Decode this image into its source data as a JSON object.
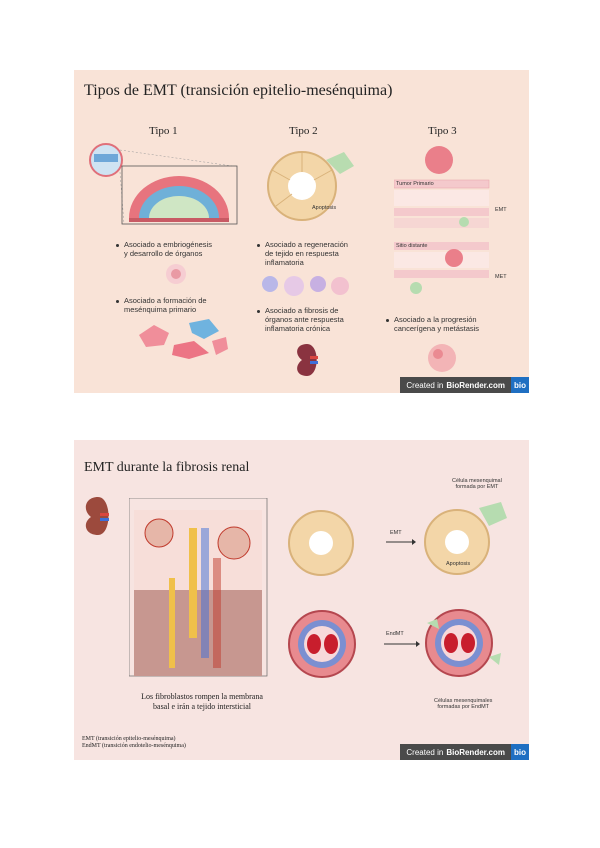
{
  "slide1": {
    "title": "Tipos de EMT (transición epitelio-mesénquima)",
    "tipo1": "Tipo 1",
    "tipo2": "Tipo 2",
    "tipo3": "Tipo 3",
    "t1_bullet1_l1": "Asociado a embriogénesis",
    "t1_bullet1_l2": "y desarrollo de órganos",
    "t1_bullet2_l1": "Asociado a formación de",
    "t1_bullet2_l2": "mesénquima primario",
    "t2_bullet1_l1": "Asociado a regeneración",
    "t2_bullet1_l2": "de tejido en respuesta",
    "t2_bullet1_l3": "inflamatoria",
    "t2_bullet2_l1": "Asociado a fibrosis de",
    "t2_bullet2_l2": "órganos ante respuesta",
    "t2_bullet2_l3": "inflamatoria crónica",
    "t3_bullet_l1": "Asociado a la progresión",
    "t3_bullet_l2": "cancerígena y metástasis",
    "apoptosis": "Apoptosis",
    "emt_label": "EMT",
    "met_label": "MET",
    "tumor_label": "Tumor Primario",
    "distal_label": "Sitio distante",
    "badge_prefix": "Created in",
    "badge_brand": "BioRender.com",
    "badge_logo": "bio",
    "colors": {
      "bg": "#f9e3d7",
      "badge_blue": "#1f6fc2"
    }
  },
  "slide2": {
    "title": "EMT durante la fibrosis renal",
    "emt_arrow": "EMT",
    "endmt_arrow": "EndMT",
    "apoptosis": "Apoptosis",
    "top_right_l1": "Célula mesenquimal",
    "top_right_l2": "formada por EMT",
    "bottom_right_l1": "Células mesenquimales",
    "bottom_right_l2": "formadas por EndMT",
    "caption_l1": "Los fibroblastos rompen la membrana",
    "caption_l2": "basal e irán a tejido intersticial",
    "foot_l1": "EMT (transición epitelio-mesénquima)",
    "foot_l2": "EndMT (transición endotelio-mesénquima)",
    "badge_prefix": "Created in",
    "badge_brand": "BioRender.com",
    "badge_logo": "bio",
    "colors": {
      "bg": "#f7e4e1"
    }
  }
}
